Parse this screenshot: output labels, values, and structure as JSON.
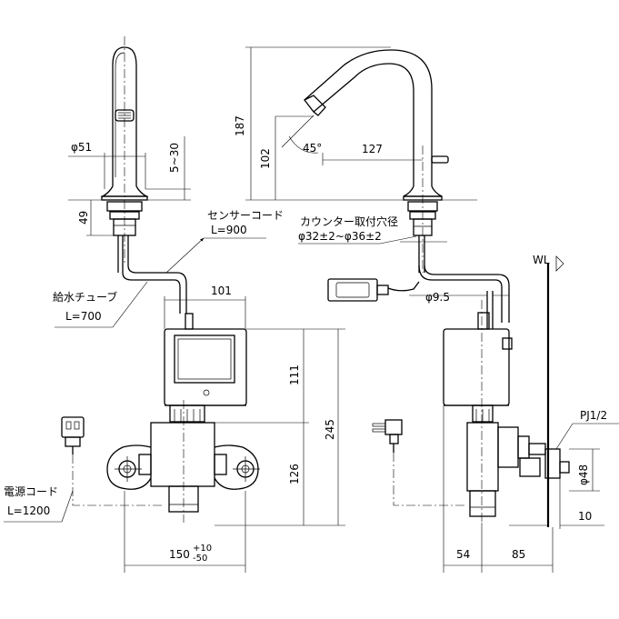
{
  "labels": {
    "dia51": "φ51",
    "range_5_30": "5~30",
    "h49": "49",
    "sensor_cord_name": "センサーコード",
    "sensor_cord_len": "L=900",
    "dim101": "101",
    "supply_tube_name": "給水チューブ",
    "supply_tube_len": "L=700",
    "h111": "111",
    "h245": "245",
    "h126": "126",
    "power_cord_name": "電源コード",
    "power_cord_len": "L=1200",
    "width_150": "150",
    "tol_plus": "+10",
    "tol_minus": "-50",
    "h187": "187",
    "h102": "102",
    "angle45": "45°",
    "reach127": "127",
    "counter_hole_name": "カウンター取付穴径",
    "counter_hole_value": "φ32±2~φ36±2",
    "dia9_5": "φ9.5",
    "wl": "WL",
    "pj": "PJ1/2",
    "dia48": "φ48",
    "dim10": "10",
    "dim54": "54",
    "dim85": "85"
  }
}
